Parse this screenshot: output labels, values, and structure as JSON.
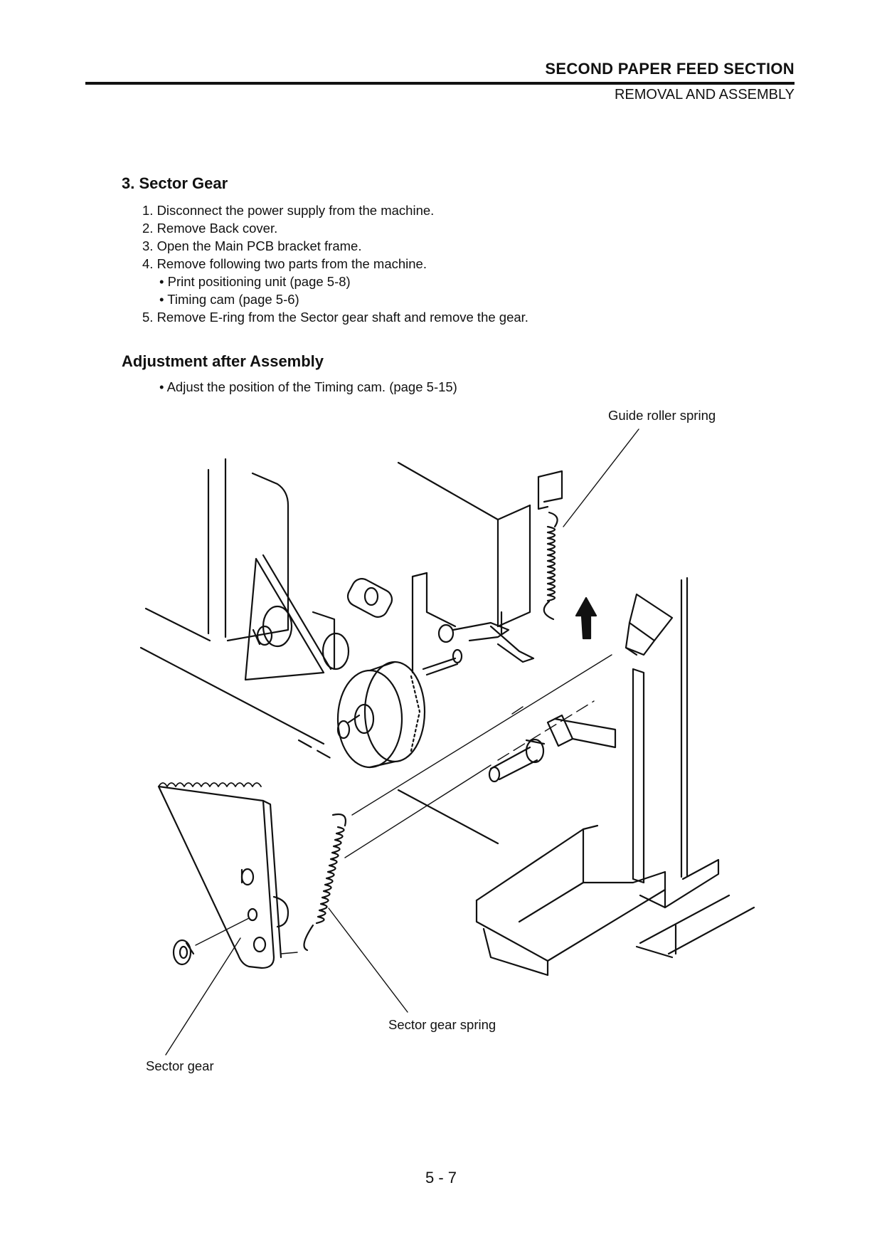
{
  "header": {
    "section_title": "SECOND PAPER FEED SECTION",
    "subtitle": "REMOVAL AND ASSEMBLY"
  },
  "section": {
    "title": "3. Sector Gear",
    "steps": [
      "1. Disconnect the power supply from the machine.",
      "2. Remove Back cover.",
      "3. Open the Main PCB bracket frame.",
      "4. Remove following two parts from the machine.",
      "• Print positioning unit (page 5-8)",
      "• Timing cam (page 5-6)",
      "5. Remove E-ring from the Sector gear shaft and remove the gear."
    ]
  },
  "adjustment": {
    "title": "Adjustment after Assembly",
    "item": "• Adjust the position of the Timing cam. (page 5-15)"
  },
  "figure": {
    "labels": {
      "guide_roller_spring": "Guide roller spring",
      "sector_gear_spring": "Sector gear spring",
      "sector_gear": "Sector gear"
    }
  },
  "footer": {
    "page_number": "5 - 7"
  }
}
